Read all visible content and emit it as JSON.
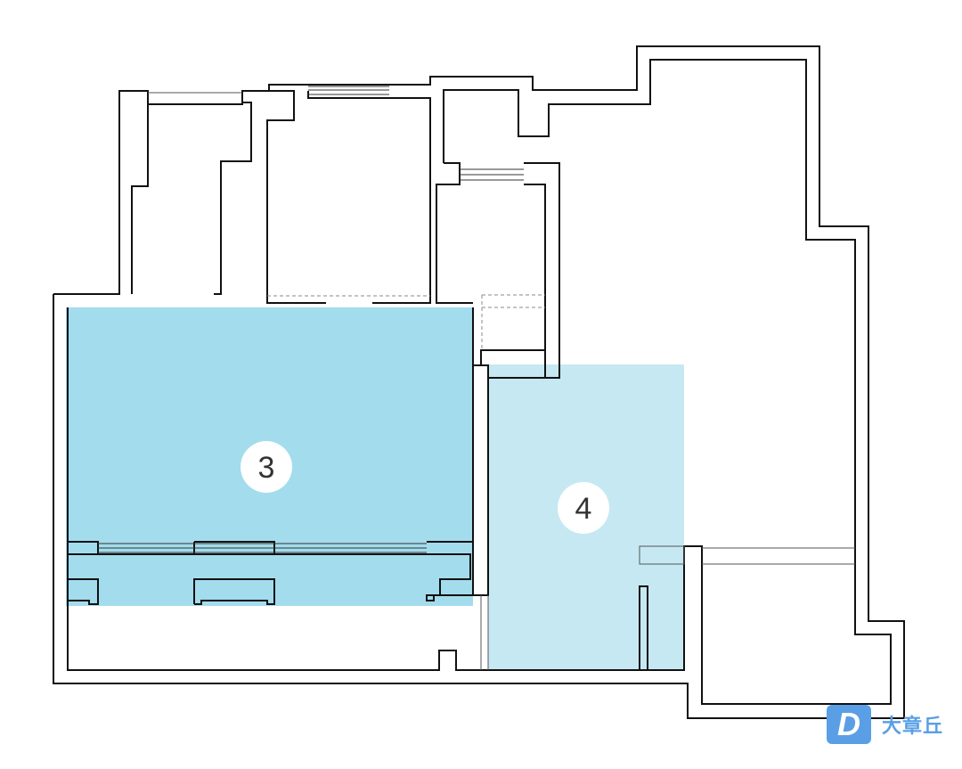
{
  "rooms": [
    {
      "id": "3",
      "label": "3",
      "fill": "#a3dced"
    },
    {
      "id": "4",
      "label": "4",
      "fill": "#c6e8f2"
    }
  ],
  "colors": {
    "wall": "#111111",
    "background": "#ffffff",
    "brand": "#5a9fe6"
  },
  "logo": {
    "badge_letter": "D",
    "text": "大章丘"
  }
}
